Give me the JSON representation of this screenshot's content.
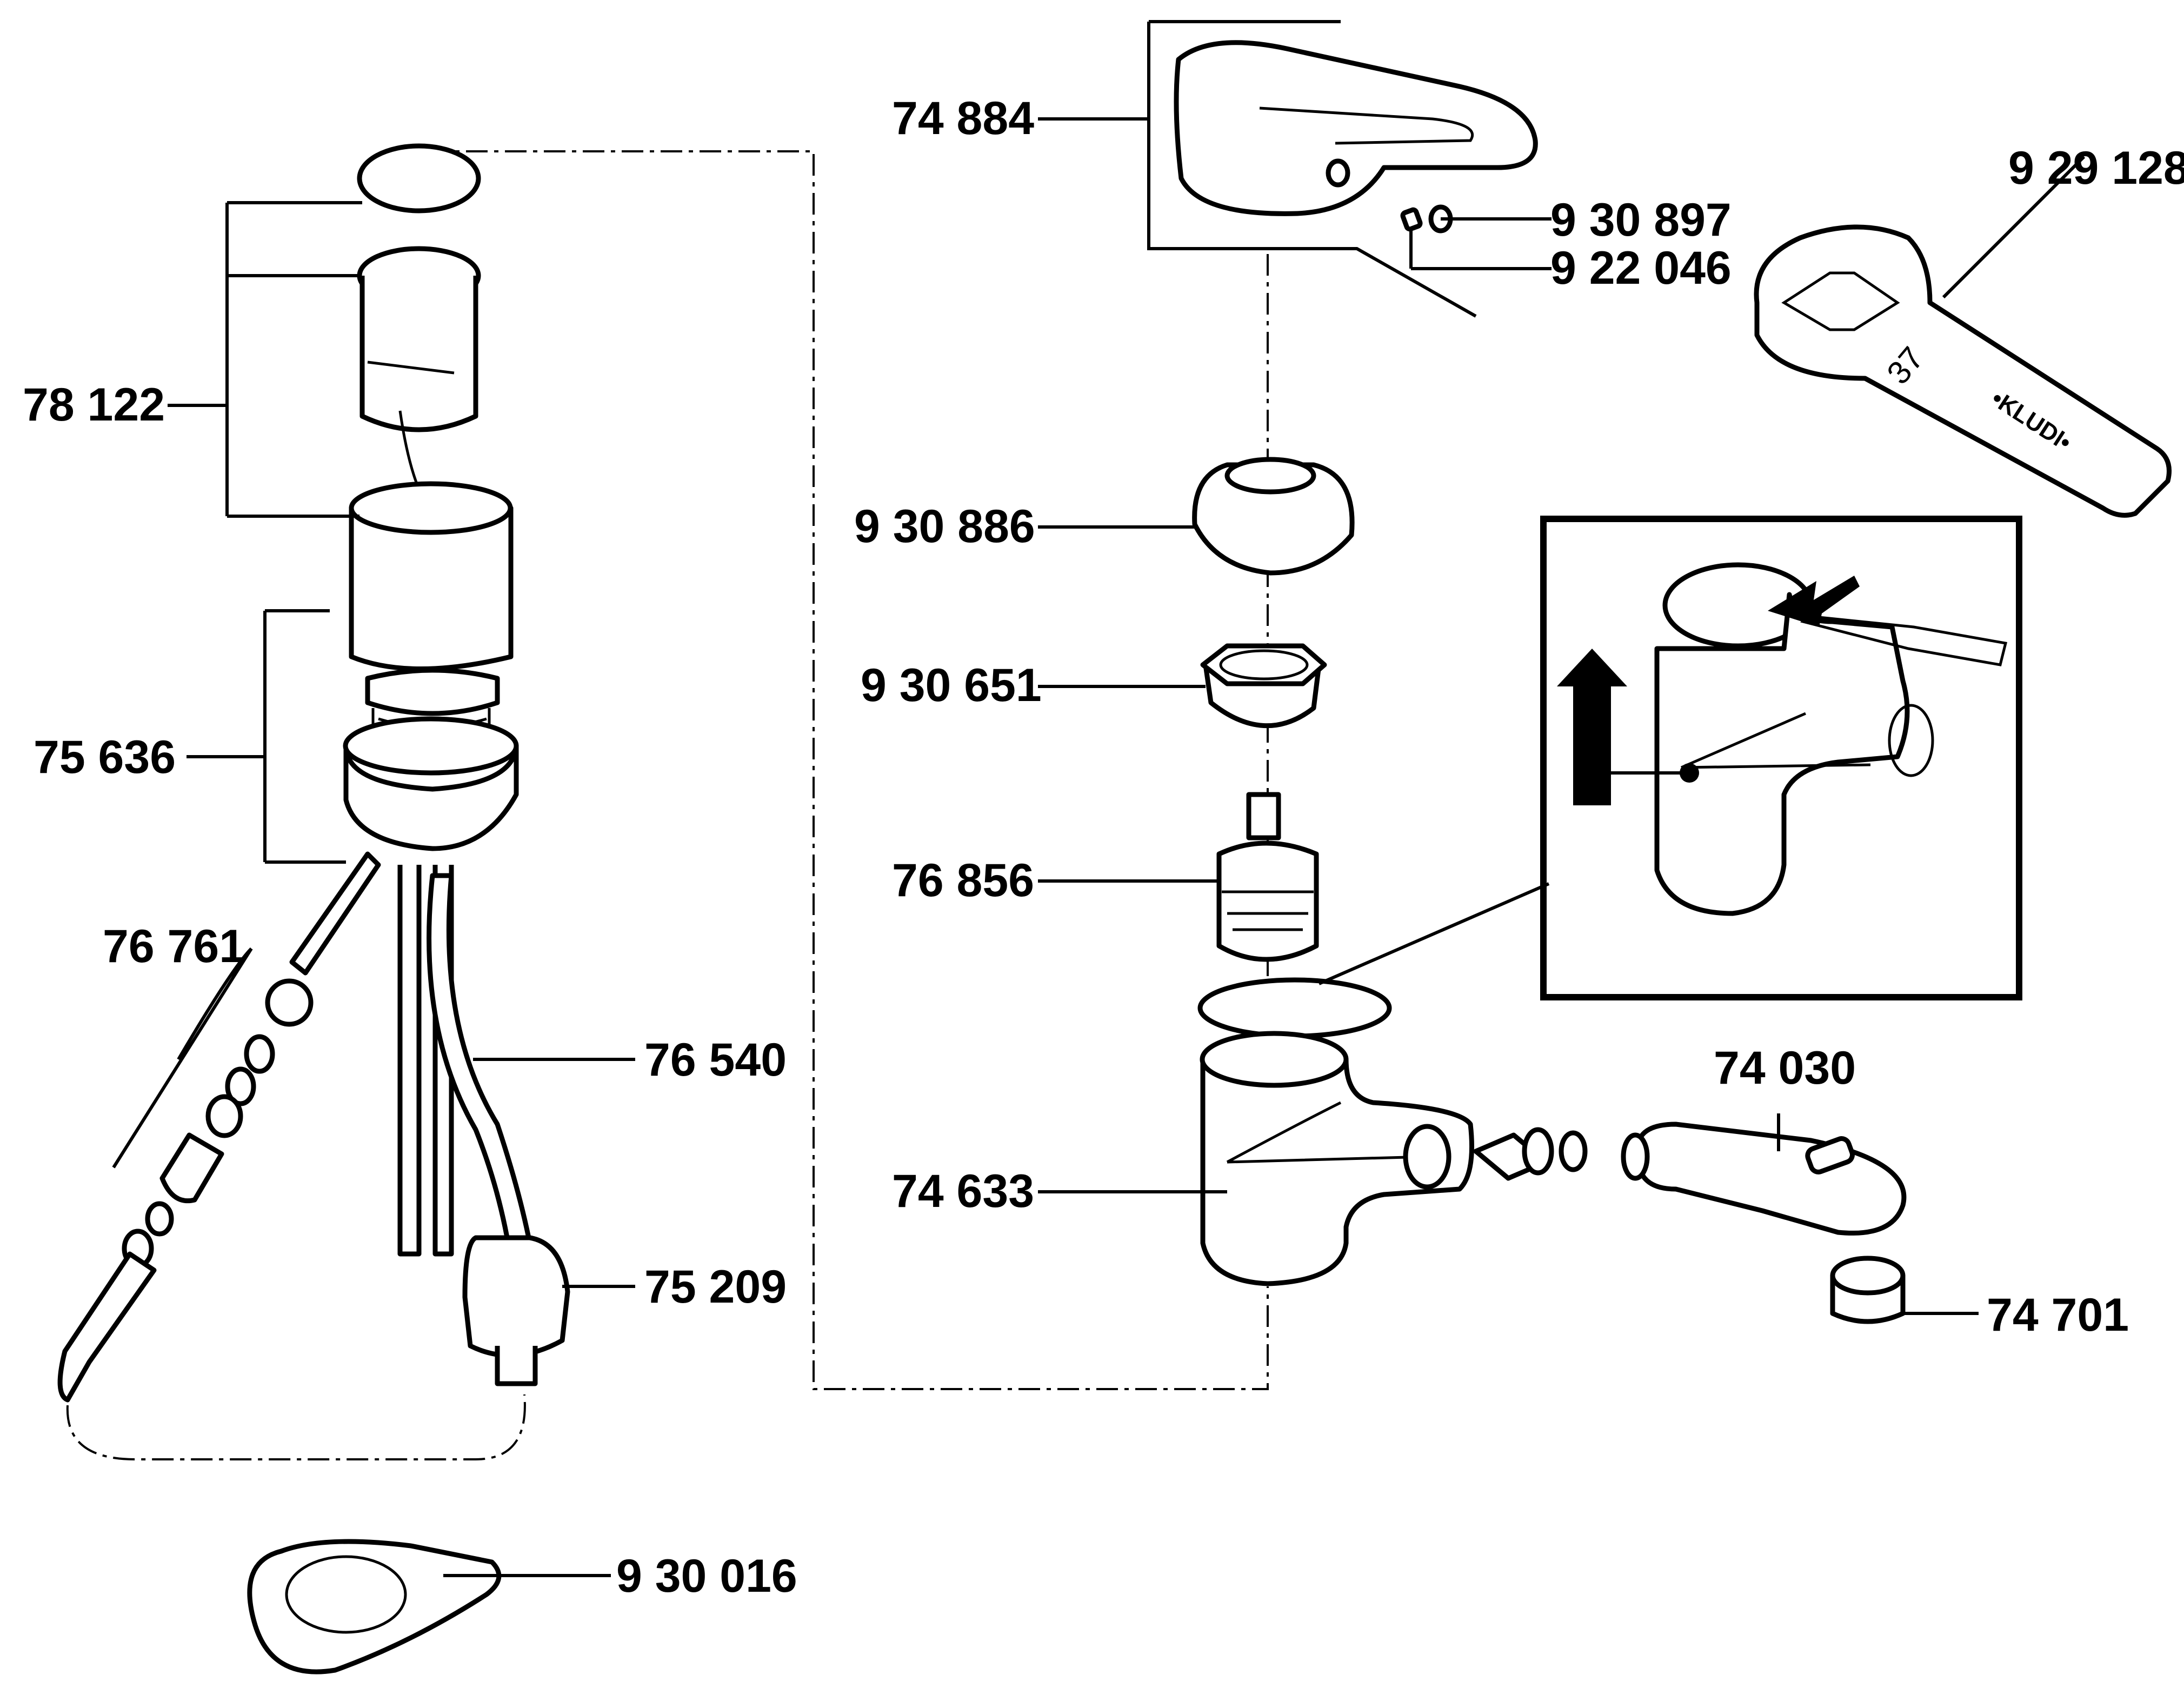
{
  "diagram": {
    "title": "Exploded parts view - single lever bidet mixer",
    "brand_text": "•KLUDI•",
    "wrench_size": "37",
    "labels": [
      {
        "id": "74884",
        "text": "74 884",
        "part": "lever handle"
      },
      {
        "id": "930897",
        "text": "9 30 897",
        "part": "grub screw cap"
      },
      {
        "id": "922046",
        "text": "9 22 046",
        "part": "grub screw"
      },
      {
        "id": "929128",
        "text": "9 29 128",
        "part": "spanner 37"
      },
      {
        "id": "930886",
        "text": "9 30 886",
        "part": "cover cap"
      },
      {
        "id": "930651",
        "text": "9 30 651",
        "part": "cartridge nut"
      },
      {
        "id": "76856",
        "text": "76 856",
        "part": "cartridge"
      },
      {
        "id": "74633",
        "text": "74 633",
        "part": "mixer body"
      },
      {
        "id": "74030",
        "text": "74 030",
        "part": "swivel spout"
      },
      {
        "id": "74701",
        "text": "74 701",
        "part": "aerator"
      },
      {
        "id": "78122",
        "text": "78 122",
        "part": "pop-up waste assembly"
      },
      {
        "id": "75636",
        "text": "75 636",
        "part": "fixing set"
      },
      {
        "id": "76761",
        "text": "76 761",
        "part": "connection set"
      },
      {
        "id": "76540",
        "text": "76 540",
        "part": "supply hose"
      },
      {
        "id": "75209",
        "text": "75 209",
        "part": "hose connector"
      },
      {
        "id": "930016",
        "text": "9 30 016",
        "part": "base gasket"
      }
    ]
  }
}
